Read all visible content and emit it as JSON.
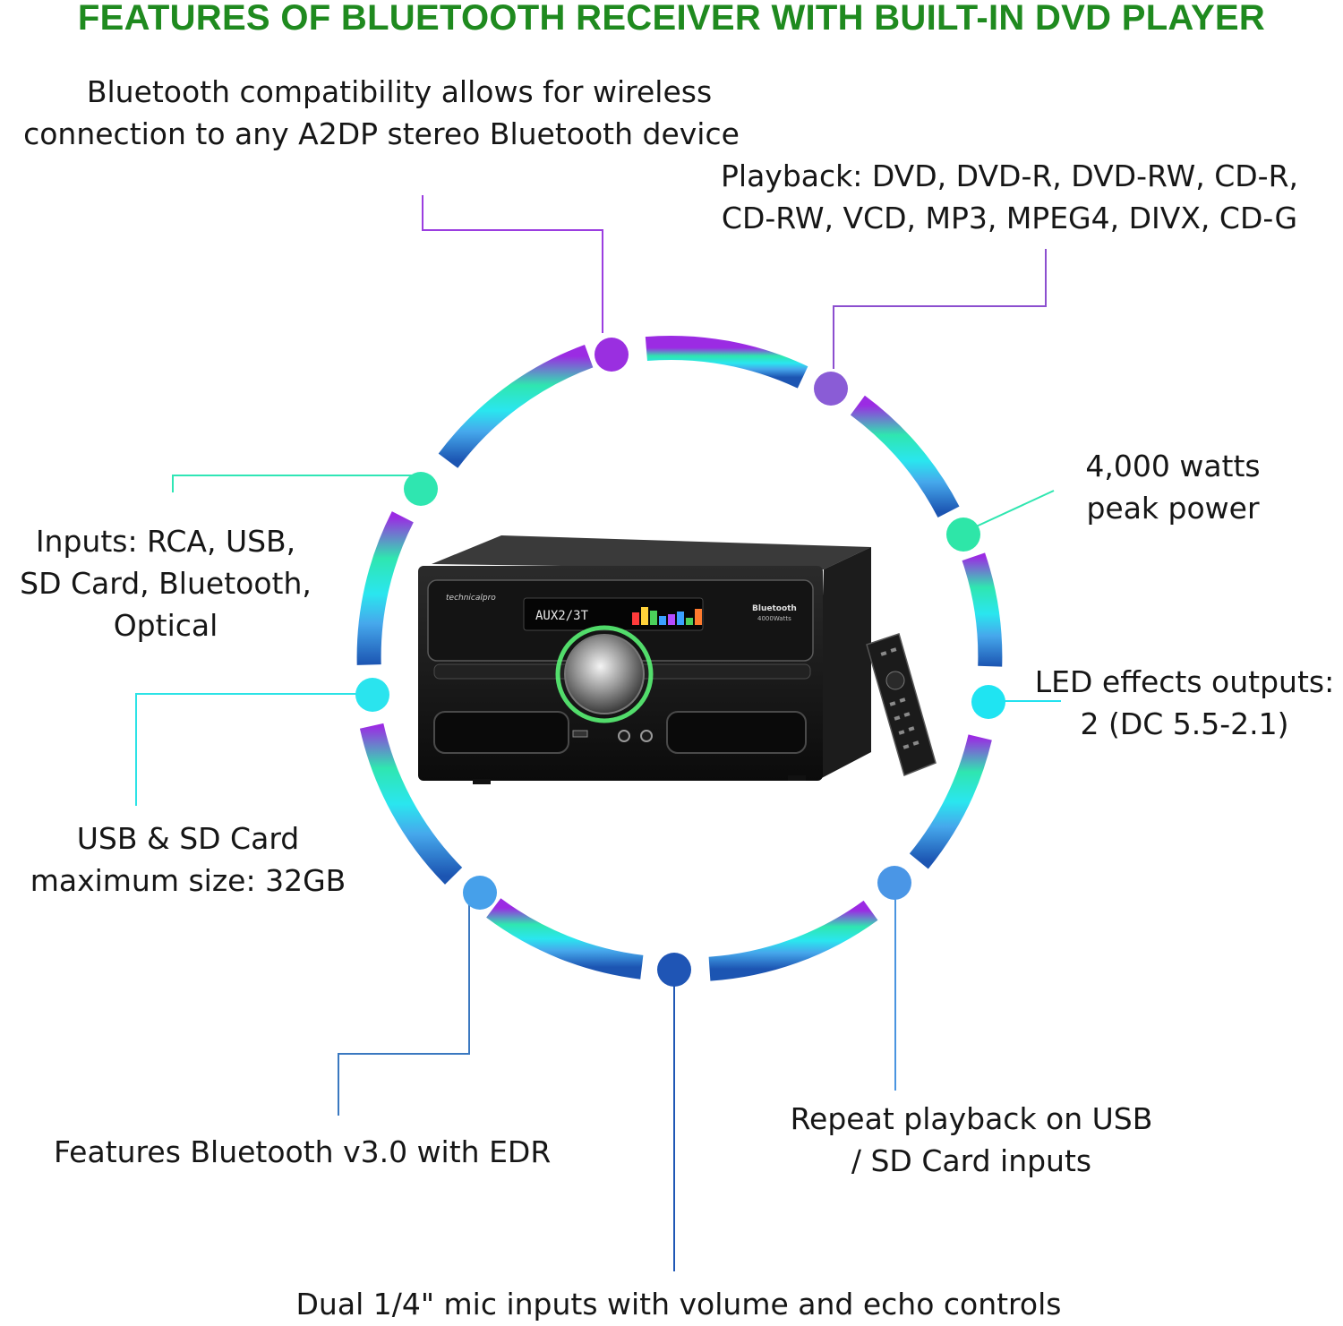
{
  "title": "FEATURES OF BLUETOOTH RECEIVER WITH BUILT-IN DVD PLAYER",
  "colors": {
    "title": "#1f8a1f",
    "purple": "#9a2fe0",
    "teal": "#2ee6b0",
    "cyan": "#22e4f0",
    "blue": "#1f57b5"
  },
  "features": {
    "bluetooth_compat": [
      "Bluetooth compatibility allows for wireless",
      "connection to any A2DP stereo Bluetooth device"
    ],
    "playback": [
      "Playback: DVD, DVD-R, DVD-RW, CD-R,",
      "CD-RW, VCD, MP3, MPEG4, DIVX, CD-G"
    ],
    "power": [
      "4,000 watts",
      "peak power"
    ],
    "inputs": [
      "Inputs: RCA, USB,",
      "SD Card, Bluetooth,",
      "Optical"
    ],
    "led": [
      "LED effects outputs:",
      "2 (DC 5.5-2.1)"
    ],
    "usb_sd": [
      "USB & SD Card",
      "maximum size: 32GB"
    ],
    "bt_version": "Features Bluetooth v3.0 with EDR",
    "repeat": [
      "Repeat playback on USB",
      "/ SD Card inputs"
    ],
    "mic": "Dual 1/4\" mic inputs with volume and echo controls"
  },
  "device": {
    "brand": "technicalpro",
    "display": "AUX2/3T",
    "bt_badge": "Bluetooth",
    "watts": "4000Watts"
  }
}
